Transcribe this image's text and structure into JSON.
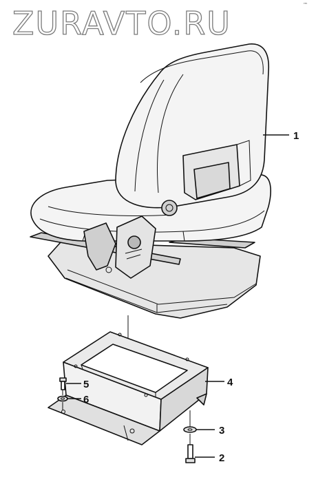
{
  "watermark": {
    "text": "ZURAVTO.RU",
    "mark": "™"
  },
  "callouts": [
    {
      "id": "1",
      "label": "1"
    },
    {
      "id": "2",
      "label": "2"
    },
    {
      "id": "3",
      "label": "3"
    },
    {
      "id": "4",
      "label": "4"
    },
    {
      "id": "5",
      "label": "5"
    },
    {
      "id": "6",
      "label": "6"
    }
  ],
  "colors": {
    "line": "#111111",
    "seat_fill": "#f4f4f4",
    "shade": "#d9d9d9",
    "watermark_stroke": "#7a7a7a"
  }
}
